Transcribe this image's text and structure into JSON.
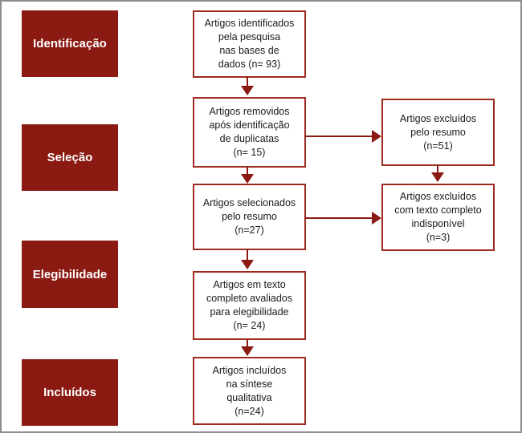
{
  "colors": {
    "accent_red": "#8B1A12",
    "box_border": "#9E2B20",
    "frame_border": "#8C8C8C",
    "text_dark": "#1A1A1A",
    "text_light": "#FFFFFF",
    "background": "#FFFFFF"
  },
  "stages": [
    {
      "label": "Identificação"
    },
    {
      "label": "Seleção"
    },
    {
      "label": "Elegibilidade"
    },
    {
      "label": "Incluídos"
    }
  ],
  "flow_boxes": [
    {
      "text": "Artigos identificados\npela pesquisa\nnas bases de\ndados (n= 93)"
    },
    {
      "text": "Artigos removidos\napós identificação\nde duplicatas\n(n= 15)"
    },
    {
      "text": "Artigos selecionados\npelo resumo\n(n=27)"
    },
    {
      "text": "Artigos em texto\ncompleto avaliados\npara elegibilidade\n(n= 24)"
    },
    {
      "text": "Artigos incluídos\nna síntese\nqualitativa\n(n=24)"
    }
  ],
  "exclusion_boxes": [
    {
      "text": "Artigos excluídos\npelo resumo\n(n=51)"
    },
    {
      "text": "Artigos excluídos\ncom texto completo\nindisponível\n(n=3)"
    }
  ]
}
